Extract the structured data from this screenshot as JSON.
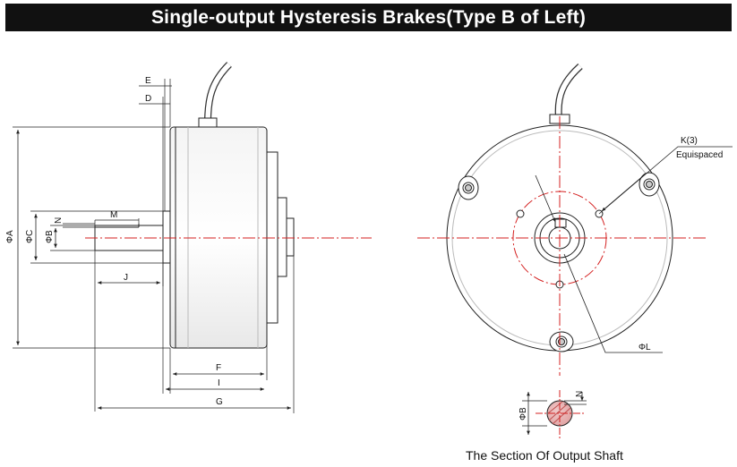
{
  "title": "Single-output Hysteresis Brakes(Type B of Left)",
  "labels": {
    "E": "E",
    "D": "D",
    "phiA": "ΦA",
    "phiC": "ΦC",
    "phiB": "ΦB",
    "N": "N",
    "M": "M",
    "J": "J",
    "F": "F",
    "I": "I",
    "G": "G",
    "K": "K(3)",
    "equispaced": "Equispaced",
    "phiL": "ΦL",
    "section_phiB": "ΦB",
    "section_N": "N"
  },
  "caption": "The Section Of Output Shaft",
  "colors": {
    "centerline": "#d42020",
    "outline": "#222222",
    "title_bg": "#111111"
  }
}
